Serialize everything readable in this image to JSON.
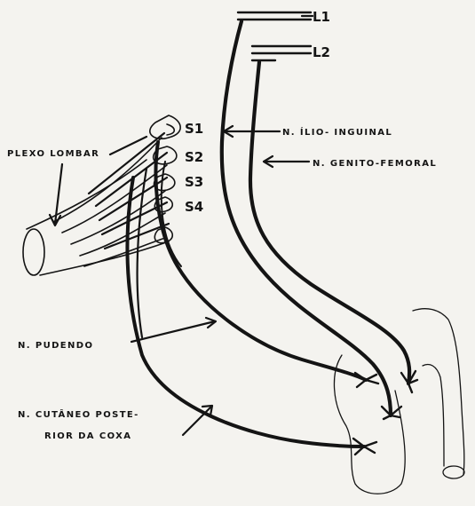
{
  "labels": {
    "l1": "L1",
    "l2": "L2",
    "s1": "S1",
    "s2": "S2",
    "s3": "S3",
    "s4": "S4",
    "plexo_lombar": "PLEXO LOMBAR",
    "ilio_inguinal": "N. ÍLIO- INGUINAL",
    "genito_femoral": "N. GENITO-FEMORAL",
    "pudendo": "N. PUDENDO",
    "cutaneo_line1": "N. CUTÂNEO POSTE-",
    "cutaneo_line2": "RIOR DA COXA"
  },
  "colors": {
    "ink": "#141414",
    "paper": "#f4f3ef"
  }
}
